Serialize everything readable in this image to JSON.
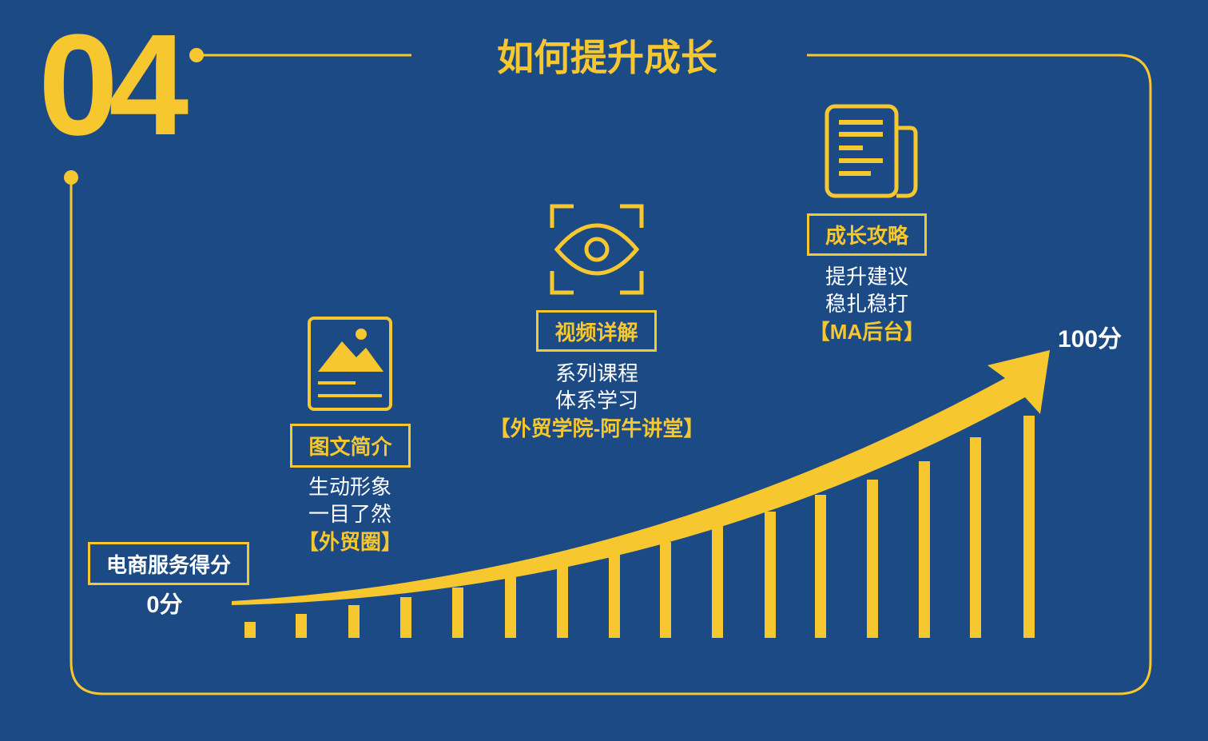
{
  "slide": {
    "number": "04",
    "title": "如何提升成长"
  },
  "score": {
    "label": "电商服务得分",
    "start": "0分",
    "end": "100分"
  },
  "steps": [
    {
      "icon": "image-icon",
      "title": "图文简介",
      "lines": [
        "生动形象",
        "一目了然"
      ],
      "source": "【外贸圈】"
    },
    {
      "icon": "eye-icon",
      "title": "视频详解",
      "lines": [
        "系列课程",
        "体系学习"
      ],
      "source": "【外贸学院-阿牛讲堂】"
    },
    {
      "icon": "document-icon",
      "title": "成长攻略",
      "lines": [
        "提升建议",
        "稳扎稳打"
      ],
      "source": "【MA后台】"
    }
  ],
  "colors": {
    "background": "#1b4a85",
    "accent": "#f6c72f",
    "text": "#ffffff"
  }
}
